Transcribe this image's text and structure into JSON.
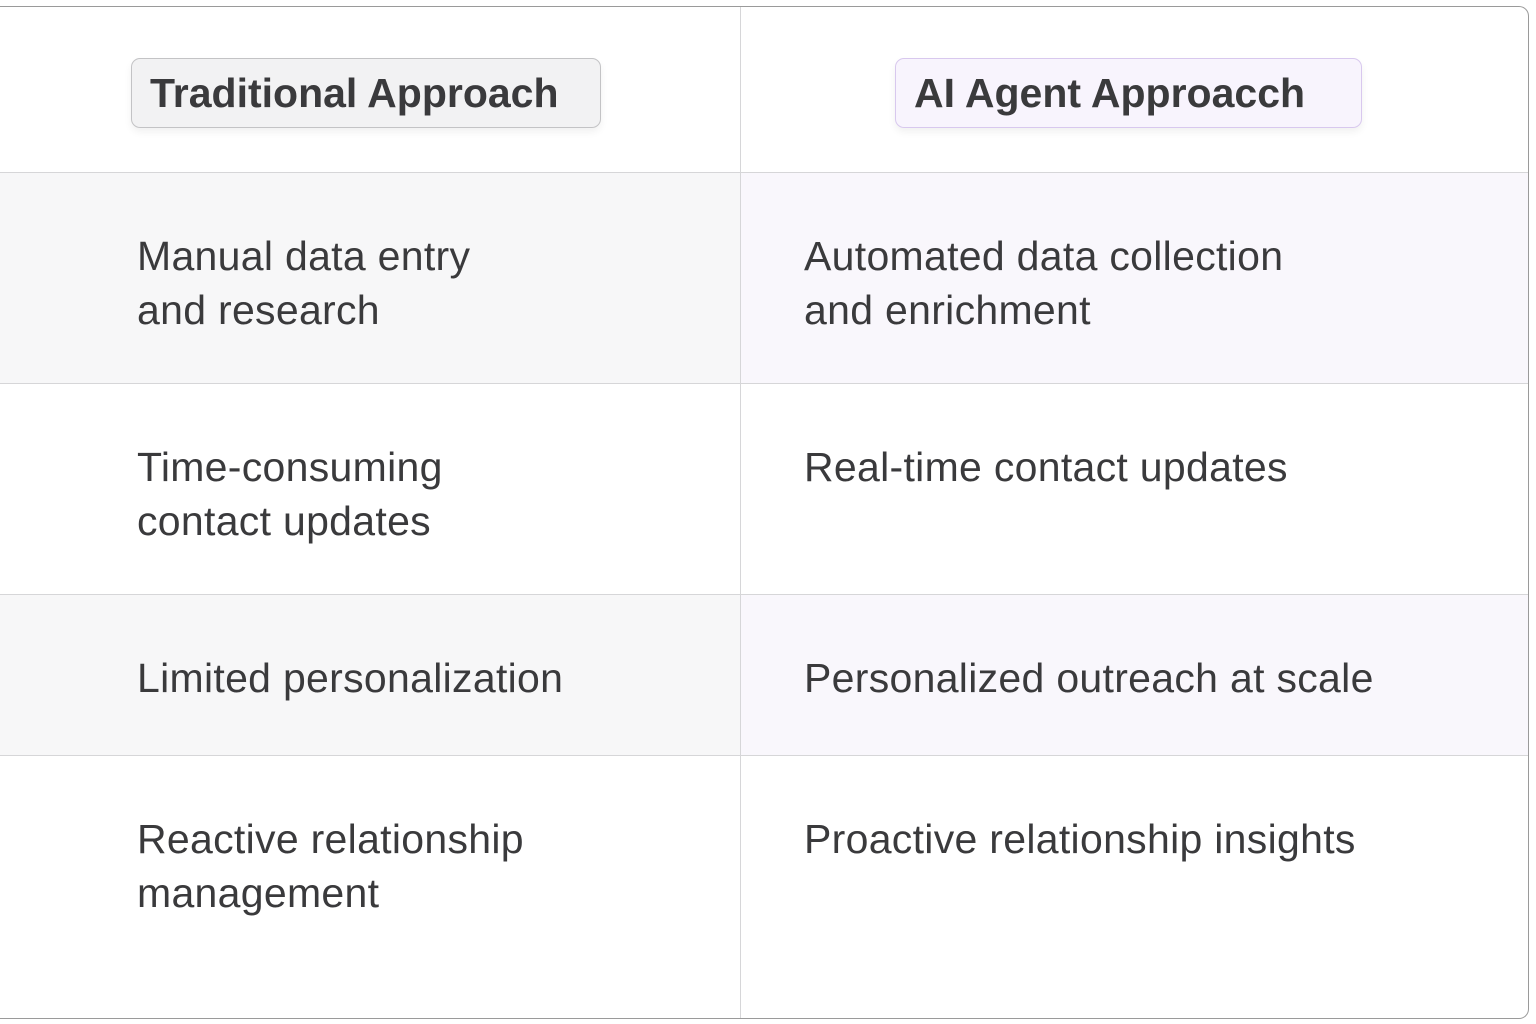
{
  "header": {
    "traditional_label": "Traditional Approach",
    "ai_label": "AI Agent Approacch"
  },
  "rows": [
    {
      "traditional": "Manual data entry\nand research",
      "ai": "Automated data collection\nand enrichment"
    },
    {
      "traditional": "Time-consuming\ncontact updates",
      "ai": "Real-time contact updates"
    },
    {
      "traditional": "Limited personalization",
      "ai": "Personalized outreach at scale"
    },
    {
      "traditional": "Reactive relationship\nmanagement",
      "ai": "Proactive relationship insights"
    }
  ],
  "colors": {
    "traditional_badge_bg": "#f2f2f3",
    "ai_badge_bg": "#f8f4fd",
    "ai_badge_border": "#d8c8ee",
    "text": "#3a3a3c"
  }
}
